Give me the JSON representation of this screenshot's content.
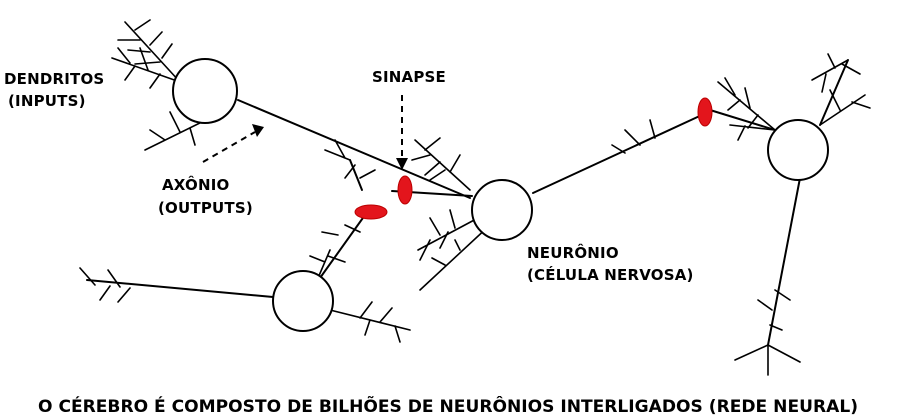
{
  "labels": {
    "dendritos": "DENDRITOS",
    "inputs": "(INPUTS)",
    "sinapse": "SINAPSE",
    "axonio": "AXÔNIO",
    "outputs": "(OUTPUTS)",
    "neuronio": "NEURÔNIO",
    "celula": "(CÉLULA NERVOSA)"
  },
  "caption": "O CÉREBRO É COMPOSTO DE BILHÕES DE NEURÔNIOS INTERLIGADOS (REDE NEURAL)",
  "colors": {
    "synapse": "#e3151c",
    "ink": "#000000"
  }
}
